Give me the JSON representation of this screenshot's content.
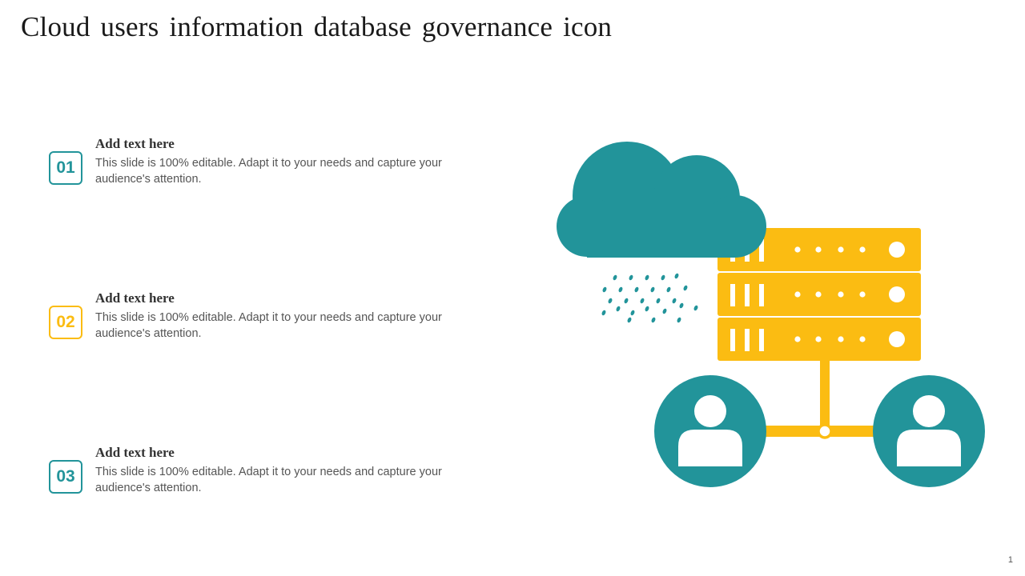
{
  "slide": {
    "title": "Cloud users information database governance icon",
    "page_number": "1"
  },
  "colors": {
    "teal": "#22949a",
    "yellow": "#fbbc12",
    "text_dark": "#1a1a1a",
    "text_body": "#555555"
  },
  "items": [
    {
      "number": "01",
      "heading": "Add text here",
      "text": "This slide is 100% editable. Adapt it to your needs and capture your audience's attention.",
      "color": "#22949a"
    },
    {
      "number": "02",
      "heading": "Add text here",
      "text": "This slide is 100% editable. Adapt it to your needs and capture your audience's attention.",
      "color": "#fbbc12"
    },
    {
      "number": "03",
      "heading": "Add text here",
      "text": "This slide is 100% editable. Adapt it to your needs and capture your audience's attention.",
      "color": "#22949a"
    }
  ],
  "illustration": {
    "icons": [
      "cloud-icon",
      "rain-icon",
      "server-icon",
      "user-icon"
    ]
  }
}
